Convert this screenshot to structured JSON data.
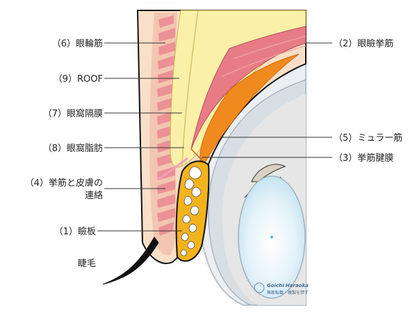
{
  "labels": {
    "orbicularis_oculi": "（6）眼輪筋",
    "roof": "（9）ROOF",
    "orbital_septum": "（7）眼窩隔膜",
    "orbital_fat": "（8）眼窩脂肪",
    "levator_skin_1": "（4）挙筋と皮膚の",
    "levator_skin_2": "連絡",
    "tarsus": "（1）瞼板",
    "eyelash": "睫毛",
    "levator_muscle": "（2）眼瞼挙筋",
    "muller_muscle": "（5）ミュラー筋",
    "levator_aponeurosis": "（3）挙筋腱膜"
  },
  "watermark": {
    "author": "Goichi Haraoka",
    "notice": "無断転載・複製を禁ず"
  },
  "colors": {
    "skin": "#f9dfc7",
    "fat": "#fbf0a8",
    "muscle": "#ec9196",
    "levator": "#e77c86",
    "muller": "#f08a1e",
    "tarsus": "#f3b31d",
    "sclera": "#d8e0e6",
    "lens": "#eaf5fb",
    "outline": "#111111"
  }
}
